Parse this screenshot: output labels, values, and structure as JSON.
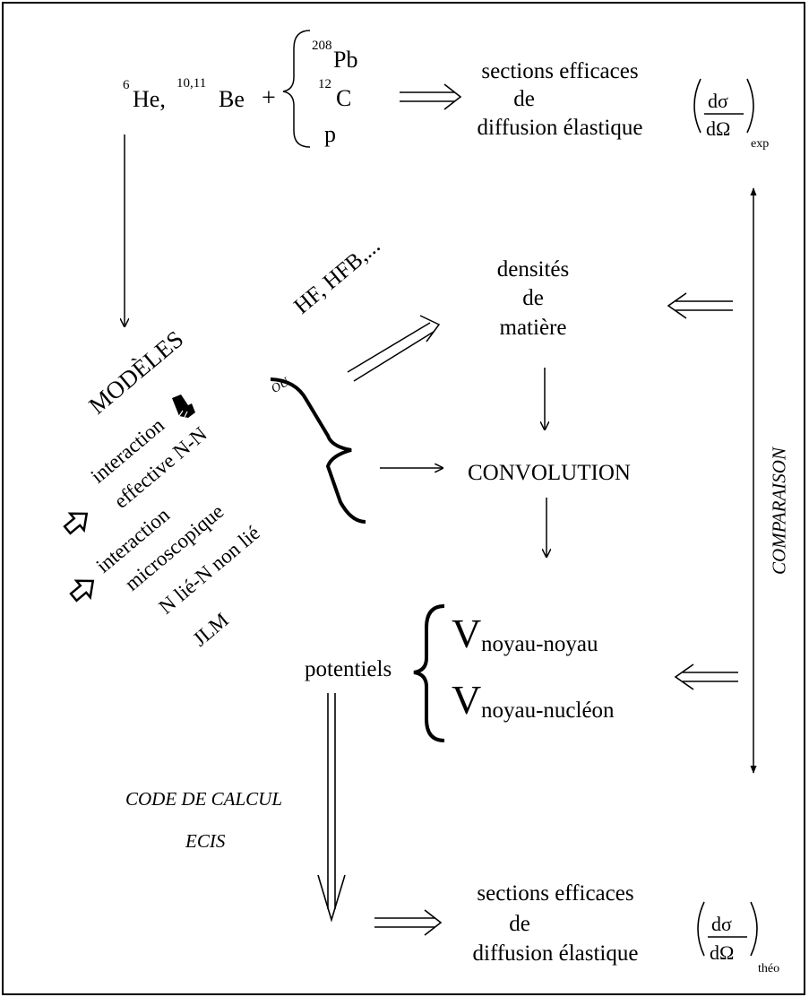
{
  "reaction": {
    "mass_he": "6",
    "he": "He,",
    "mass_be": "10,11",
    "be": "Be",
    "plus": "+",
    "mass_pb": "208",
    "pb": "Pb",
    "mass_c": "12",
    "c": "C",
    "p": "p"
  },
  "top_result": {
    "line1": "sections efficaces",
    "line2": "de",
    "line3": "diffusion élastique",
    "num": "dσ",
    "den": "dΩ",
    "sub": "exp"
  },
  "densities": {
    "line1": "densités",
    "line2": "de",
    "line3": "matière"
  },
  "hf": "HF, HFB,...",
  "models": {
    "title": "MODÈLES",
    "interaction1_line1": "interaction",
    "interaction1_line2": "effective N-N",
    "ou": "OU",
    "interaction2_line1": "interaction",
    "interaction2_line2": "microscopique",
    "interaction2_line3": "N lié-N non lié",
    "interaction2_line4": "JLM"
  },
  "convolution": "CONVOLUTION",
  "potentials": {
    "label": "potentiels",
    "v": "V",
    "sub1": "noyau-noyau",
    "sub2": "noyau-nucléon"
  },
  "code": {
    "line1": "CODE DE CALCUL",
    "line2": "ECIS"
  },
  "comparison": "COMPARAISON",
  "bottom_result": {
    "line1": "sections efficaces",
    "line2": "de",
    "line3": "diffusion élastique",
    "num": "dσ",
    "den": "dΩ",
    "sub": "théo"
  }
}
